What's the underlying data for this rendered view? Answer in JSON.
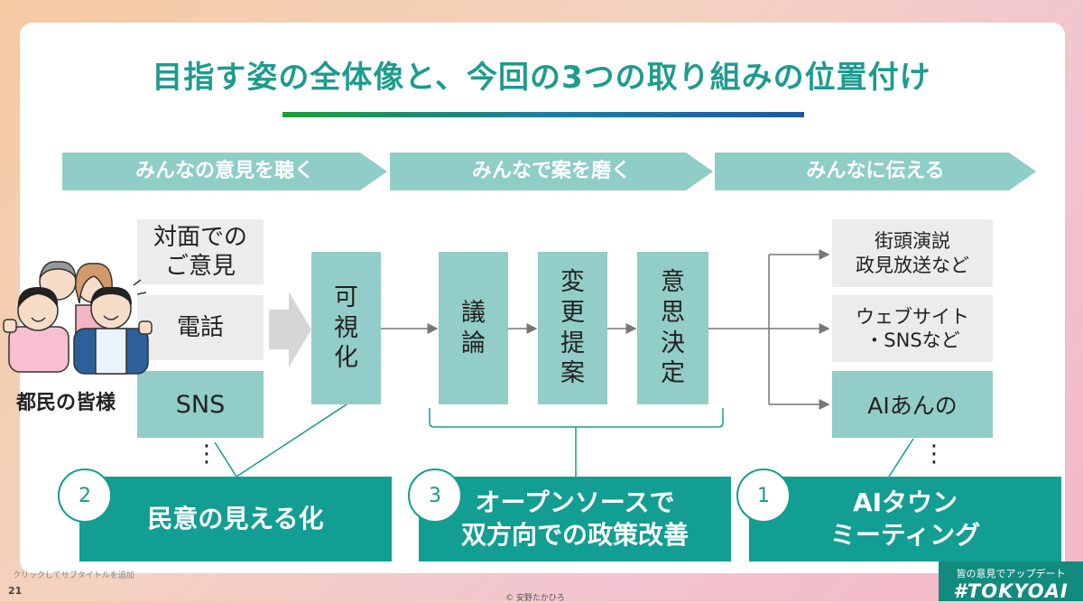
{
  "title": "目指す姿の全体像と、今回の3つの取り組みの位置付け",
  "phases": [
    "みんなの意見を聴く",
    "みんなで案を磨く",
    "みんなに伝える"
  ],
  "inputs": [
    "対面での\nご意見",
    "電話",
    "SNS"
  ],
  "citizens_label": "都民の皆様",
  "visualize": "可\n視\n化",
  "process": [
    "議\n論",
    "変\n更\n提\n案",
    "意\n思\n決\n定"
  ],
  "outputs": [
    "街頭演説\n政見放送など",
    "ウェブサイト\n・SNSなど",
    "AIあんの"
  ],
  "dots": "⋮",
  "initiatives": [
    {
      "number": "2",
      "label": "民意の見える化"
    },
    {
      "number": "3",
      "label": "オープンソースで\n双方向での政策改善"
    },
    {
      "number": "1",
      "label": "AIタウン\nミーティング"
    }
  ],
  "subtitle_placeholder": "クリックしてサブタイトルを追加",
  "page_number": "21",
  "copyright": "© 安野たかひろ",
  "brand": {
    "line1": "皆の意見でアップデート",
    "line2": "#TOKYOAI"
  },
  "colors": {
    "teal": "#129e92",
    "light_teal": "#92cdc7",
    "title": "#1e9c8e"
  }
}
